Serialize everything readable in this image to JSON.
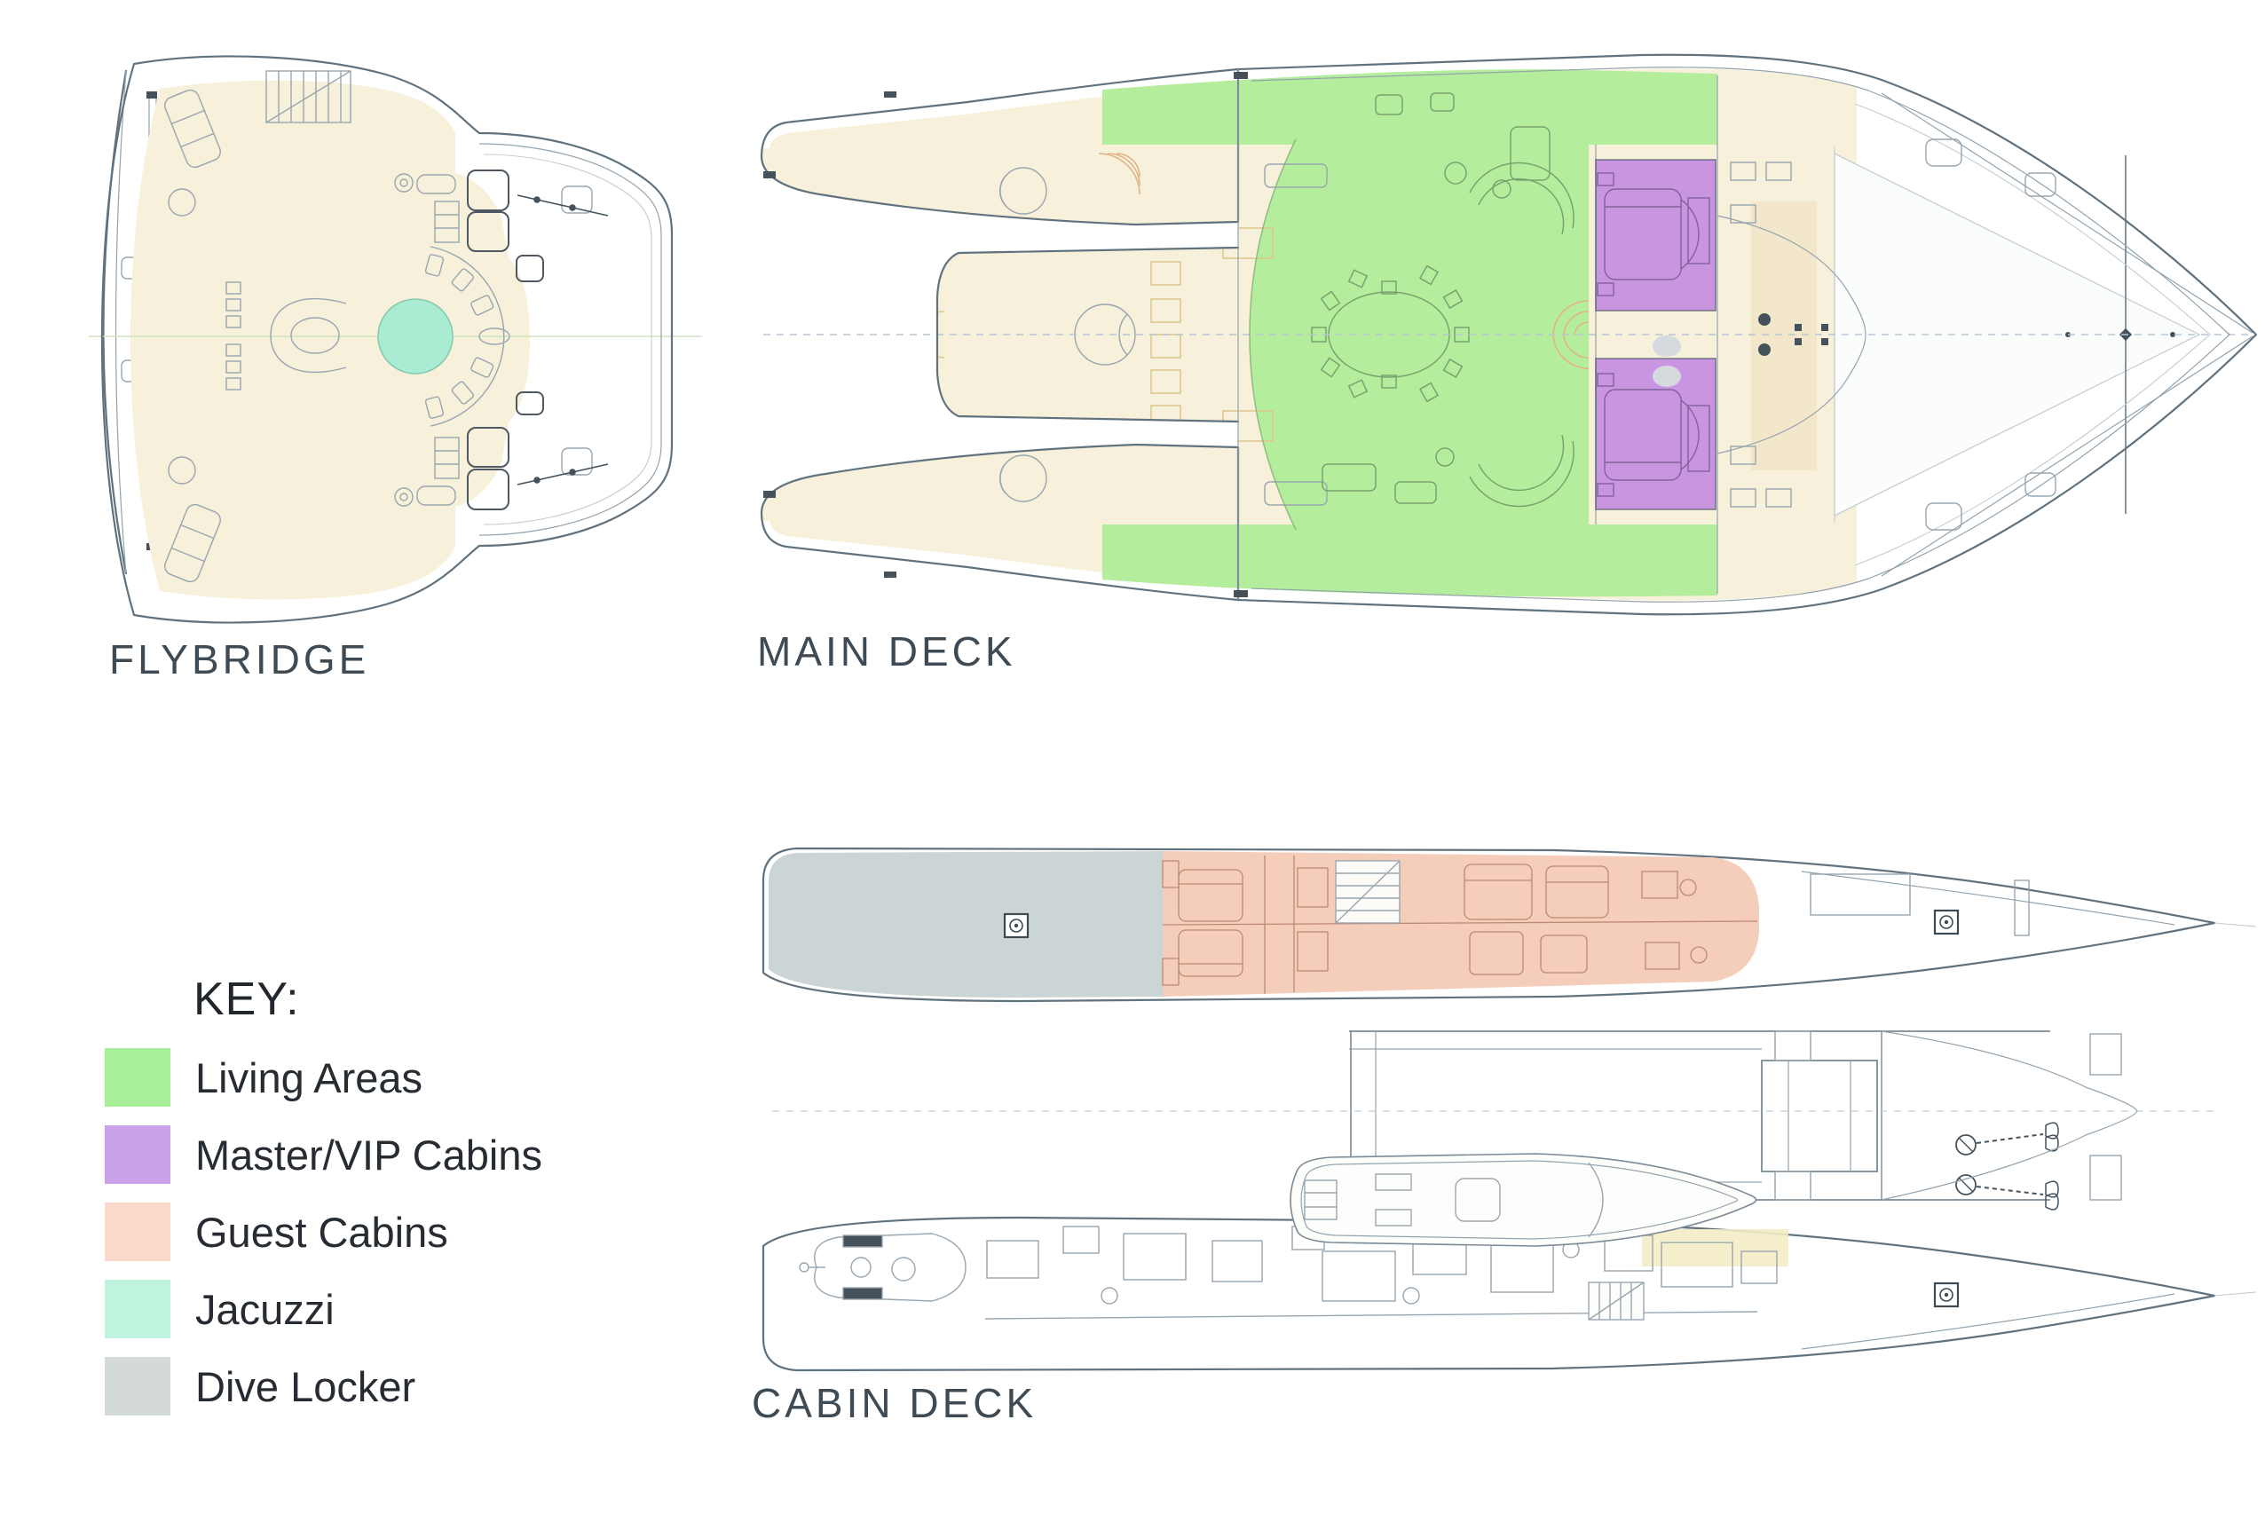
{
  "page": {
    "background": "#ffffff"
  },
  "decks": {
    "flybridge": {
      "label": "FLYBRIDGE"
    },
    "main": {
      "label": "MAIN DECK"
    },
    "cabin": {
      "label": "CABIN DECK"
    }
  },
  "legend": {
    "title": "KEY:",
    "items": [
      {
        "label": "Living Areas",
        "color": "#a8ef99"
      },
      {
        "label": "Master/VIP Cabins",
        "color": "#c9a2e9"
      },
      {
        "label": "Guest Cabins",
        "color": "#fbd8ca"
      },
      {
        "label": "Jacuzzi",
        "color": "#bff3dd"
      },
      {
        "label": "Dive Locker",
        "color": "#d4dada"
      }
    ]
  },
  "plan_colors": {
    "living_area": "#b4ee9d",
    "master_vip_cabin": "#c994e0",
    "guest_cabin": "#f5cdbb",
    "jacuzzi": "#a9ecd1",
    "dive_locker": "#ccd5d6",
    "deck_floor_cream": "#f7f0da",
    "deck_floor_deep_cream": "#f2e7cb",
    "galley_yellow": "#f4ecc4",
    "hull_line": "#61727f"
  }
}
